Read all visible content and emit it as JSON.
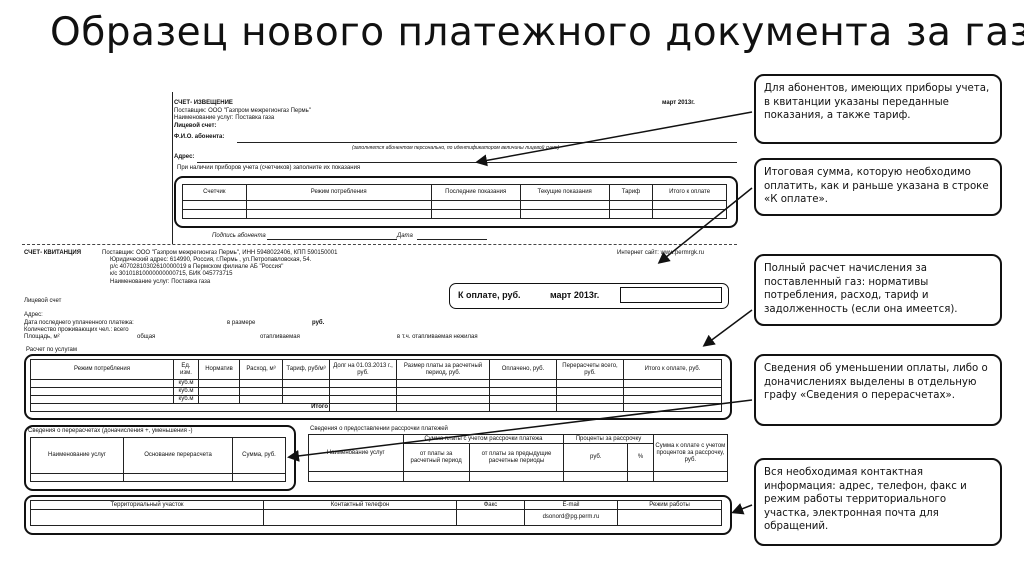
{
  "title": "Образец нового платежного документа за газ",
  "doc": {
    "notice_title": "СЧЕТ- ИЗВЕЩЕНИЕ",
    "notice_month": "март 2013г.",
    "supplier_line": "Поставщик: ООО \"Газпром межрегионгаз Пермь\"",
    "service_line": "Наименование услуг: Поставка газа",
    "account_label": "Лицевой счет:",
    "fio_label": "Ф.И.О. абонента:",
    "fio_caption": "(заполняется абонентом персонально, по идентификатором величины лицевой счет)",
    "address_label": "Адрес:",
    "meter_caption": "При наличии приборов учета (счетчиков) заполните их показания",
    "meter_headers": [
      "Счетчик",
      "Режим потребления",
      "Последние показания",
      "Текущие показания",
      "Тариф",
      "Итого к оплате"
    ],
    "signature_label": "Подпись абонента",
    "date_label": "Дата",
    "receipt_title": "СЧЕТ- КВИТАНЦИЯ",
    "receipt_supplier": "Поставщик: ООО \"Газпром межрегионгаз Пермь\", ИНН 5948022406, КПП 590150001",
    "receipt_legal": "Юридический адрес: 614990, Россия, г.Пермь , ул.Петропавловская, 54.",
    "receipt_rs": "р/с 40702810302610000019 в Пермском филиале АБ \"Россия\"",
    "receipt_ks": "к/с 30101810000000000715, БИК 045773715",
    "receipt_service": "Наименование услуг: Поставка газа",
    "website": "Интернет сайт: www.permrgk.ru",
    "personal_account": "Лицевой счет",
    "address2": "Адрес:",
    "last_payment": "Дата последнего уплаченного платежа:",
    "in_amount": "в размере",
    "rub": "руб.",
    "residents": "Количество проживающих чел.: всего",
    "area": "Площадь, м²",
    "area_total": "общая",
    "area_heated": "отапливаемая",
    "area_incl": "в т.ч. отапливаемая нежилая",
    "pay_label": "К оплате, руб.",
    "pay_month": "март 2013г.",
    "calc_caption": "Расчет по услугам",
    "calc_headers": [
      "Режим потребления",
      "Ед. изм.",
      "Норматив",
      "Расход, м³",
      "Тариф, руб/м³",
      "Долг на 01.03.2013 г., руб.",
      "Размер платы за расчетный период, руб.",
      "Оплачено, руб.",
      "Перерасчеты всего, руб.",
      "Итого к оплате, руб."
    ],
    "calc_units": [
      "куб.м",
      "куб.м",
      "куб.м"
    ],
    "calc_total": "Итого",
    "recalc_caption": "Сведения о перерасчетах (доначисления +, уменьшения -)",
    "recalc_headers": [
      "Наименование услуг",
      "Основание перерасчета",
      "Сумма, руб."
    ],
    "install_caption": "Сведения о предоставлении рассрочки платежей",
    "install_headers": [
      "Наименование услуг",
      "Сумма платы с учетом рассрочки платежа",
      "от платы за расчетный период",
      "от платы за предыдущие расчетные периоды",
      "Проценты за рассрочку",
      "руб.",
      "%",
      "Сумма к оплате с учетом процентов за рассрочку, руб."
    ],
    "contact_headers": [
      "Территориальный участок",
      "Контактный телефон",
      "Факс",
      "E-mail",
      "Режим работы"
    ],
    "email": "dsonord@pg.perm.ru"
  },
  "callouts": [
    "Для абонентов, имеющих приборы учета, в квитанции указаны переданные показания, а также тариф.",
    "Итоговая сумма, которую необходимо оплатить, как и раньше указана в строке «К оплате».",
    "Полный расчет начисления за поставленный газ: нормативы потребления, расход, тариф и задолженность (если она имеется).",
    "Сведения об уменьшении оплаты, либо о доначислениях выделены в отдельную графу «Сведения о перерасчетах».",
    "Вся необходимая контактная информация: адрес, телефон, факс и режим работы территориального участка, электронная почта для обращений."
  ]
}
